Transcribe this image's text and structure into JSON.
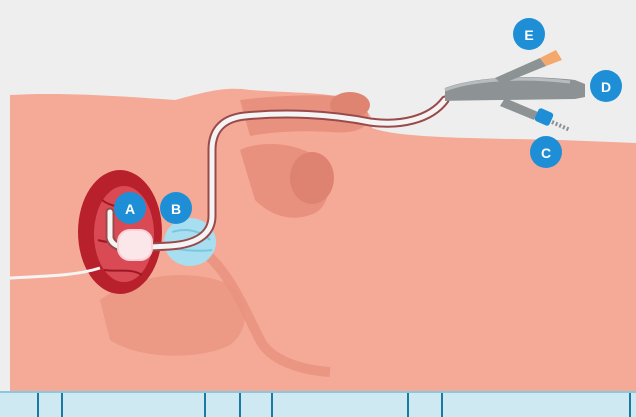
{
  "markers": {
    "a": "A",
    "b": "B",
    "c": "C",
    "d": "D",
    "e": "E"
  },
  "colors": {
    "background": "#eeeeee",
    "skin": "#f4aa97",
    "skin_dark": "#e8917e",
    "bladder_outer": "#b8212c",
    "bladder_inner": "#d94a55",
    "prostate": "#a8dff0",
    "catheter": "#f4f4f4",
    "catheter_outline": "#9a4a4a",
    "device_body": "#8d9294",
    "valve_orange": "#f5a86b",
    "connector_blue": "#1e8fd6",
    "marker": "#1e8fd6",
    "bed": "#cfe9f2",
    "bed_lines": "#1b7aa3"
  },
  "icons": {
    "balloon": "balloon-icon",
    "catheter": "catheter-icon"
  }
}
